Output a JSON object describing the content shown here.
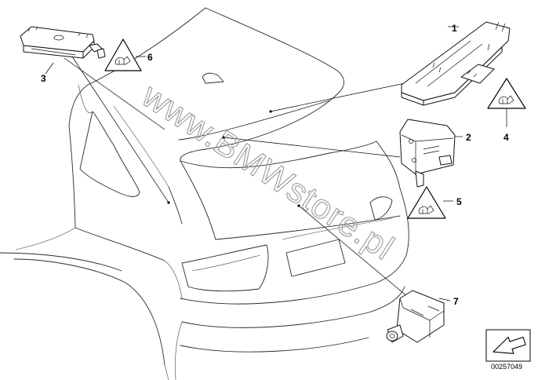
{
  "diagram": {
    "callouts": [
      {
        "id": "1",
        "label": "1"
      },
      {
        "id": "2",
        "label": "2"
      },
      {
        "id": "3",
        "label": "3"
      },
      {
        "id": "4",
        "label": "4"
      },
      {
        "id": "5",
        "label": "5"
      },
      {
        "id": "6",
        "label": "6"
      },
      {
        "id": "7",
        "label": "7"
      }
    ],
    "watermark": "www.BMWstore.pl",
    "document_number": "00257049"
  }
}
